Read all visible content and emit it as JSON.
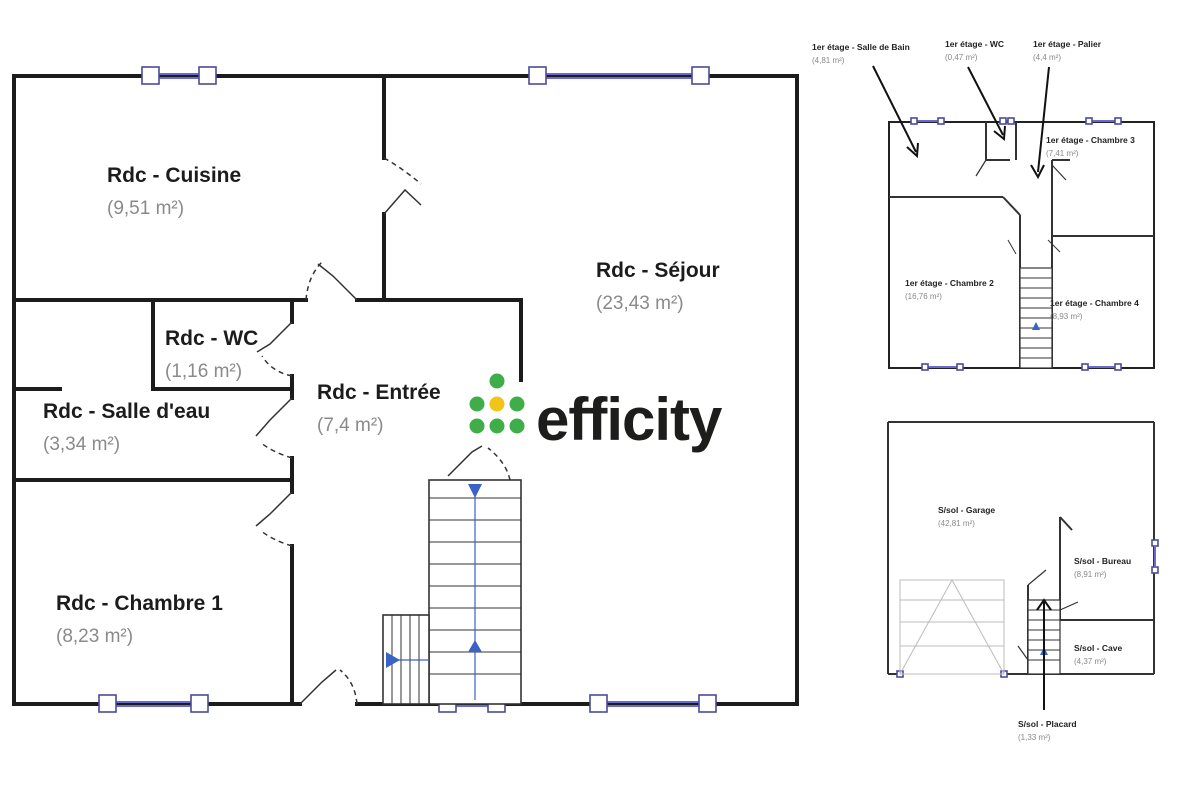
{
  "ground_floor": {
    "cuisine": {
      "name": "Rdc - Cuisine",
      "area": "(9,51 m²)"
    },
    "sejour": {
      "name": "Rdc - Séjour",
      "area": "(23,43 m²)"
    },
    "wc": {
      "name": "Rdc - WC",
      "area": "(1,16 m²)"
    },
    "entree": {
      "name": "Rdc - Entrée",
      "area": "(7,4 m²)"
    },
    "salle_eau": {
      "name": "Rdc - Salle d'eau",
      "area": "(3,34 m²)"
    },
    "chambre1": {
      "name": "Rdc - Chambre 1",
      "area": "(8,23 m²)"
    }
  },
  "logo": {
    "text": "efficity",
    "green": "#3fae49"
  },
  "first_floor": {
    "sdb": {
      "name": "1er étage - Salle de Bain",
      "area": "(4,81 m²)"
    },
    "wc": {
      "name": "1er étage - WC",
      "area": "(0,47 m²)"
    },
    "palier": {
      "name": "1er étage - Palier",
      "area": "(4,4 m²)"
    },
    "chambre3": {
      "name": "1er étage - Chambre 3",
      "area": "(7,41 m²)"
    },
    "chambre2": {
      "name": "1er étage - Chambre 2",
      "area": "(16,76 m²)"
    },
    "chambre4": {
      "name": "1er étage - Chambre 4",
      "area": "(8,93 m²)"
    }
  },
  "basement": {
    "garage": {
      "name": "S/sol - Garage",
      "area": "(42,81 m²)"
    },
    "bureau": {
      "name": "S/sol - Bureau",
      "area": "(8,91 m²)"
    },
    "cave": {
      "name": "S/sol - Cave",
      "area": "(4,37 m²)"
    },
    "placard": {
      "name": "S/sol - Placard",
      "area": "(1,33 m²)"
    }
  },
  "colors": {
    "wall": "#1c1c1c",
    "window": "#4b4b9a",
    "stair_arrow": "#3a63c8"
  }
}
